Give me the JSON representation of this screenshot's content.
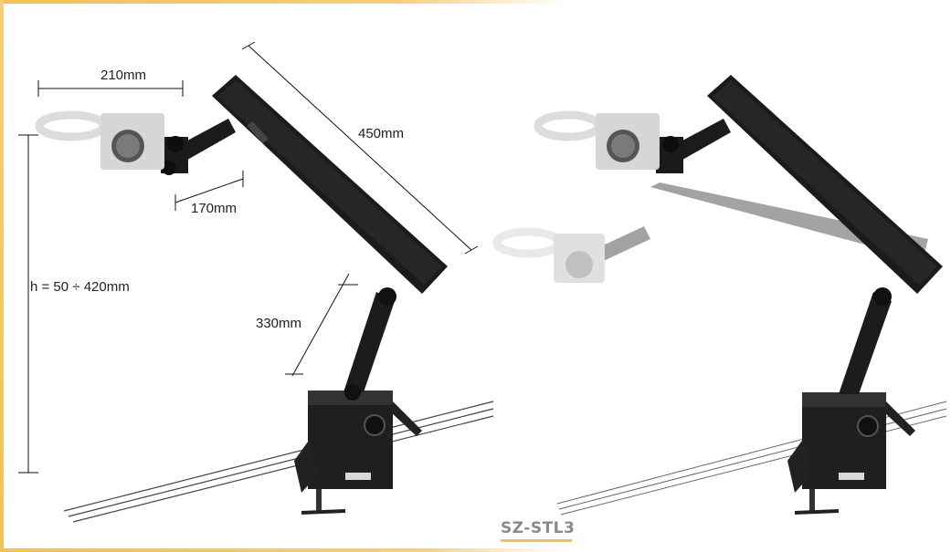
{
  "dimensions": {
    "top_arm_length": "210mm",
    "main_arm_length": "450mm",
    "short_arm_length": "170mm",
    "height_range": "h = 50 ÷ 420mm",
    "lower_arm_length": "330mm"
  },
  "model_name": "SZ-STL3",
  "colors": {
    "frame_accent": "#f1c15a",
    "arm": "#1a1a1a",
    "ring": "#e8e8e8",
    "model_text": "#8a8a8a"
  }
}
